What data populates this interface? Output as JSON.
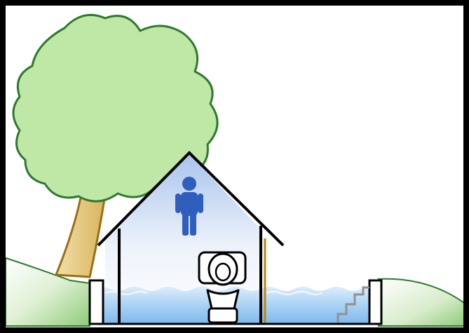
{
  "illustration": {
    "elements": [
      "tree",
      "house",
      "person-icon",
      "toilet-icon",
      "floodwater",
      "basement-stairs",
      "ground-hills"
    ]
  },
  "colors": {
    "frame": "#000000",
    "background": "#ffffff",
    "tree_foliage": "#bfe8a6",
    "tree_outline": "#2e7a2e",
    "trunk": "#e2c27a",
    "trunk_outline": "#9a6e16",
    "hill_green": "#9fd08a",
    "house_interior_top": "#a9c4ec",
    "water": "#8cc3f0",
    "person": "#2f5ebd",
    "pipe": "#b8860b",
    "stairs": "#909090"
  }
}
